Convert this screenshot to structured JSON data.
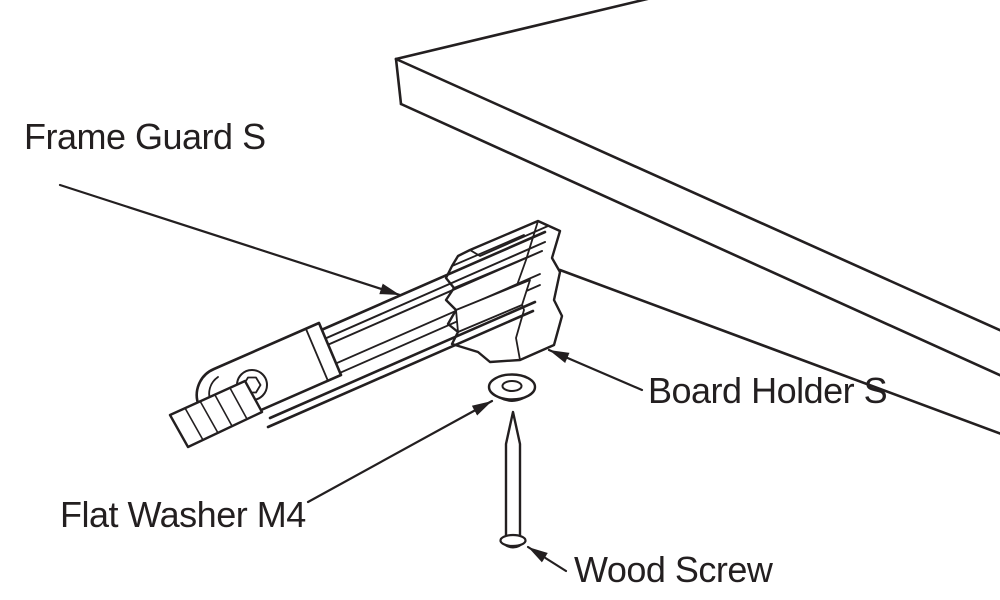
{
  "diagram": {
    "type": "isometric-assembly-illustration",
    "labels": {
      "frame_guard": "Frame Guard S",
      "board_holder": "Board Holder S",
      "flat_washer": "Flat Washer M4",
      "wood_screw": "Wood Screw"
    },
    "colors": {
      "background": "#ffffff",
      "line": "#231f20",
      "holder_pink": "#f7d3e3",
      "holder_pink_dark": "#eebad4"
    }
  }
}
